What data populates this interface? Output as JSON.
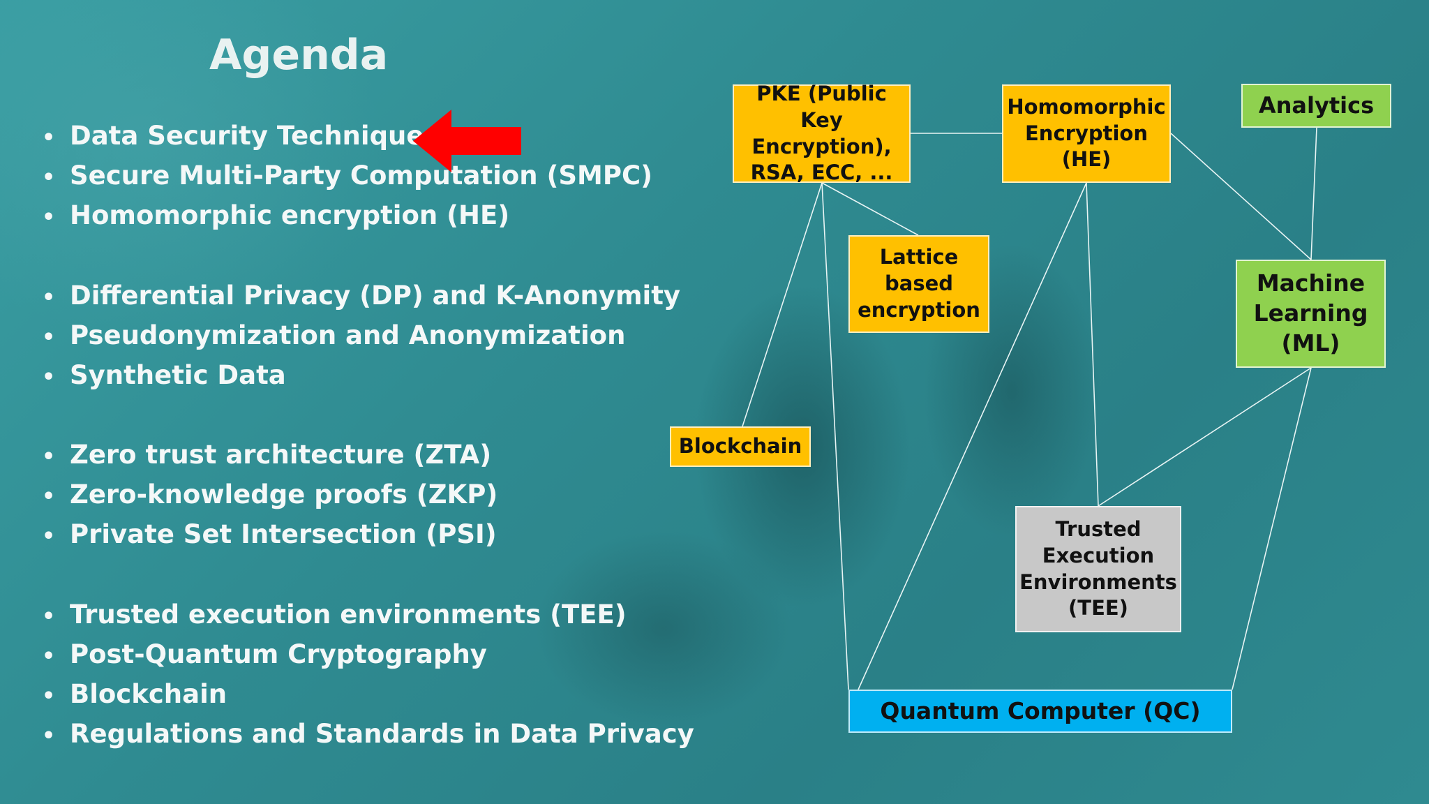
{
  "title": "Agenda",
  "agenda": {
    "bullet": "•",
    "items": [
      "Data Security Techniques",
      "Secure Multi-Party Computation (SMPC)",
      "Homomorphic encryption (HE)",
      "Differential Privacy (DP) and K-Anonymity",
      "Pseudonymization and Anonymization",
      "Synthetic Data",
      "Zero trust architecture (ZTA)",
      "Zero-knowledge proofs (ZKP)",
      "Private Set Intersection (PSI)",
      "Trusted execution environments (TEE)",
      "Post-Quantum Cryptography",
      "Blockchain",
      "Regulations and Standards in Data Privacy"
    ],
    "highlight_arrow_color": "#ff0000"
  },
  "diagram": {
    "nodes": {
      "pke": "PKE (Public Key\nEncryption),\nRSA, ECC, ...",
      "he": "Homomorphic\nEncryption\n(HE)",
      "analytics": "Analytics",
      "lattice": "Lattice\nbased\nencryption",
      "ml": "Machine\nLearning\n(ML)",
      "blockchain": "Blockchain",
      "tee": "Trusted\nExecution\nEnvironments\n(TEE)",
      "qc": "Quantum Computer (QC)"
    },
    "colors": {
      "encryption": "#ffc000",
      "ai": "#8fd14f",
      "hardware": "#c8c8c8",
      "quantum": "#00b0f0"
    }
  }
}
